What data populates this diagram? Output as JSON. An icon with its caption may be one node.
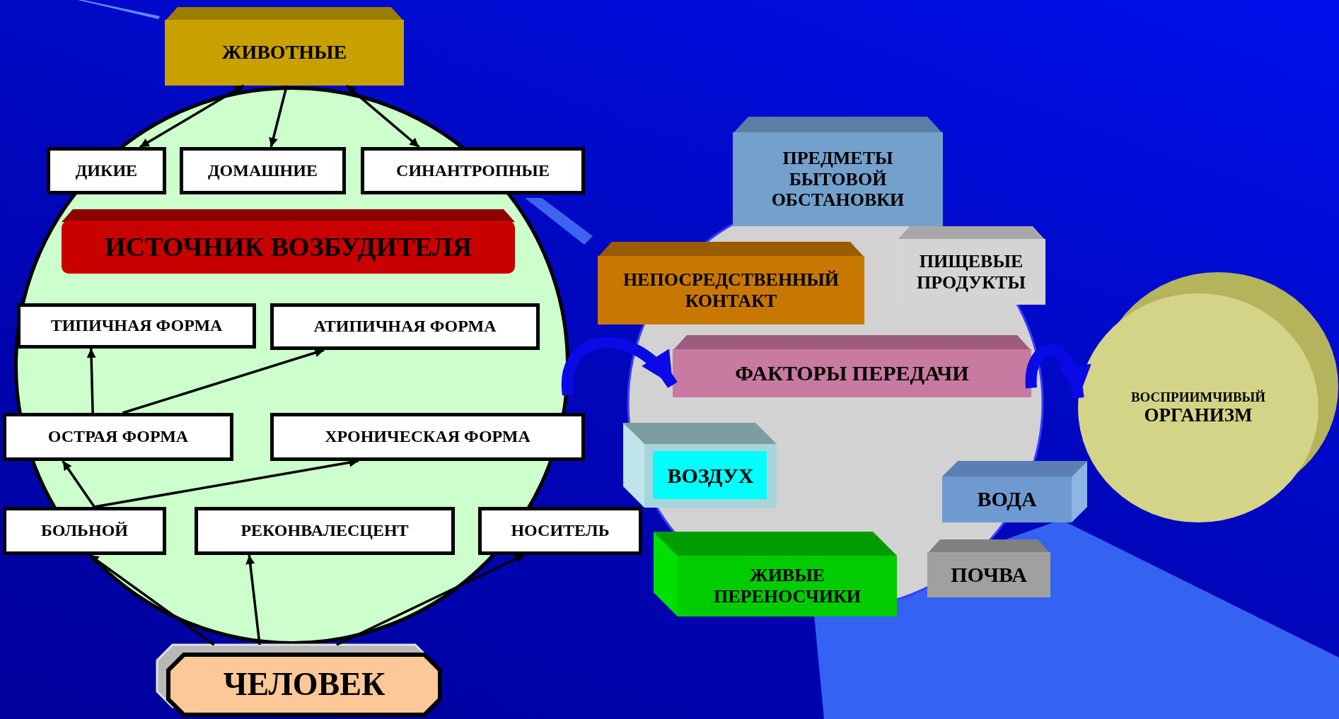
{
  "diagram": {
    "nodes": [
      {
        "text": [],
        "shape": "circle"
      },
      {
        "text": [
          "ЖИВОТНЫЕ"
        ]
      },
      {
        "text": [
          "ДИКИЕ"
        ],
        "in": 0
      },
      {
        "text": [
          "ДОМАШНИЕ"
        ],
        "in": 0
      },
      {
        "text": [
          "СИНАНТРОПНЫЕ"
        ],
        "in": 0
      },
      {
        "text": [
          "ИСТОЧНИК ВОЗБУДИТЕЛЯ"
        ],
        "in": 0
      },
      {
        "text": [
          "ТИПИЧНАЯ ФОРМА"
        ],
        "in": 0
      },
      {
        "text": [
          "АТИПИЧНАЯ ФОРМА"
        ],
        "in": 0
      },
      {
        "text": [
          "ОСТРАЯ ФОРМА"
        ],
        "in": 0
      },
      {
        "text": [
          "ХРОНИЧЕСКАЯ ФОРМА"
        ],
        "in": 0
      },
      {
        "text": [
          "БОЛЬНОЙ"
        ],
        "in": 0
      },
      {
        "text": [
          "РЕКОНВАЛЕСЦЕНТ"
        ],
        "in": 0
      },
      {
        "text": [
          "НОСИТЕЛЬ"
        ]
      },
      {
        "text": [
          "ЧЕЛОВЕК"
        ]
      },
      {
        "text": [
          "ПРЕДМЕТЫ БЫТОВОЙ ОБСТАНОВКИ"
        ]
      },
      {
        "text": [
          "НЕПОСРЕДСТВЕННЫЙ КОНТАКТ"
        ]
      },
      {
        "text": [
          "ПИЩЕВЫЕ ПРОДУКТЫ"
        ]
      },
      {
        "text": [
          "ФАКТОРЫ ПЕРЕДАЧИ"
        ]
      },
      {
        "text": [
          "ВОЗДУХ"
        ]
      },
      {
        "text": [
          "ВОДА"
        ]
      },
      {
        "text": [
          "ЖИВЫЕ ПЕРЕНОСЧИКИ"
        ]
      },
      {
        "text": [
          "ПОЧВА"
        ]
      },
      {
        "text": [
          "ВОСПРИИМЧИВЫЙ",
          "ОРГАНИЗМ"
        ]
      }
    ],
    "edges": [
      {
        "from": 1,
        "to": 2,
        "arrow": "both"
      },
      {
        "from": 1,
        "to": 3,
        "arrow": "to"
      },
      {
        "from": 1,
        "to": 4,
        "arrow": "both"
      },
      {
        "from": 8,
        "to": 6,
        "arrow": "to"
      },
      {
        "from": 8,
        "to": 7,
        "arrow": "to"
      },
      {
        "from": 10,
        "to": 8,
        "arrow": "to"
      },
      {
        "from": 10,
        "to": 9,
        "arrow": "to"
      },
      {
        "from": 13,
        "to": 10,
        "arrow": "to"
      },
      {
        "from": 13,
        "to": 11,
        "arrow": "to"
      },
      {
        "from": 13,
        "to": 12,
        "arrow": "to"
      },
      {
        "from": 0,
        "to": 17,
        "arrow": "to",
        "style": "thick",
        "color": "#0a0ae6"
      },
      {
        "from": 17,
        "to": 22,
        "arrow": "to",
        "style": "thick",
        "color": "#0a0ae6"
      }
    ]
  }
}
